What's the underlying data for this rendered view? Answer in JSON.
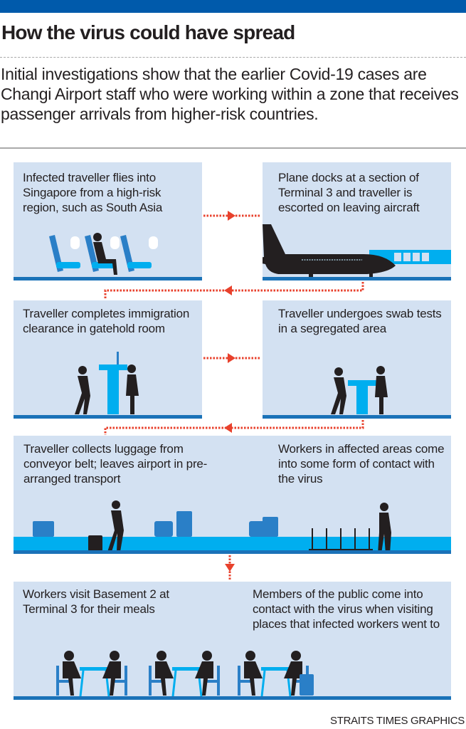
{
  "header": {
    "title": "How the virus could have spread",
    "intro": "Initial investigations show that the earlier Covid-19 cases are Changi Airport staff who were working within a zone that receives passenger arrivals from higher-risk countries."
  },
  "steps": [
    {
      "text": "Infected traveller flies into Singapore from a high-risk region, such as South Asia"
    },
    {
      "text": "Plane docks at a section of Terminal 3 and traveller is escorted on leaving aircraft"
    },
    {
      "text": "Traveller completes immigration clearance in gatehold room"
    },
    {
      "text": "Traveller undergoes swab tests in a segregated area"
    },
    {
      "text": "Traveller collects luggage from conveyor belt; leaves airport in pre-arranged transport"
    },
    {
      "text": "Workers in affected areas come into some form of contact with the virus"
    },
    {
      "text": "Workers visit Basement 2 at Terminal 3 for their meals"
    },
    {
      "text": "Members of the public come into contact with the virus when visiting places that infected workers went to"
    }
  ],
  "credit": "STRAITS TIMES GRAPHICS",
  "colors": {
    "brand_bar": "#005aab",
    "panel_bg": "#d3e1f2",
    "arrow": "#e8412c",
    "accent": "#00aeef",
    "seat": "#2a7fc7"
  }
}
